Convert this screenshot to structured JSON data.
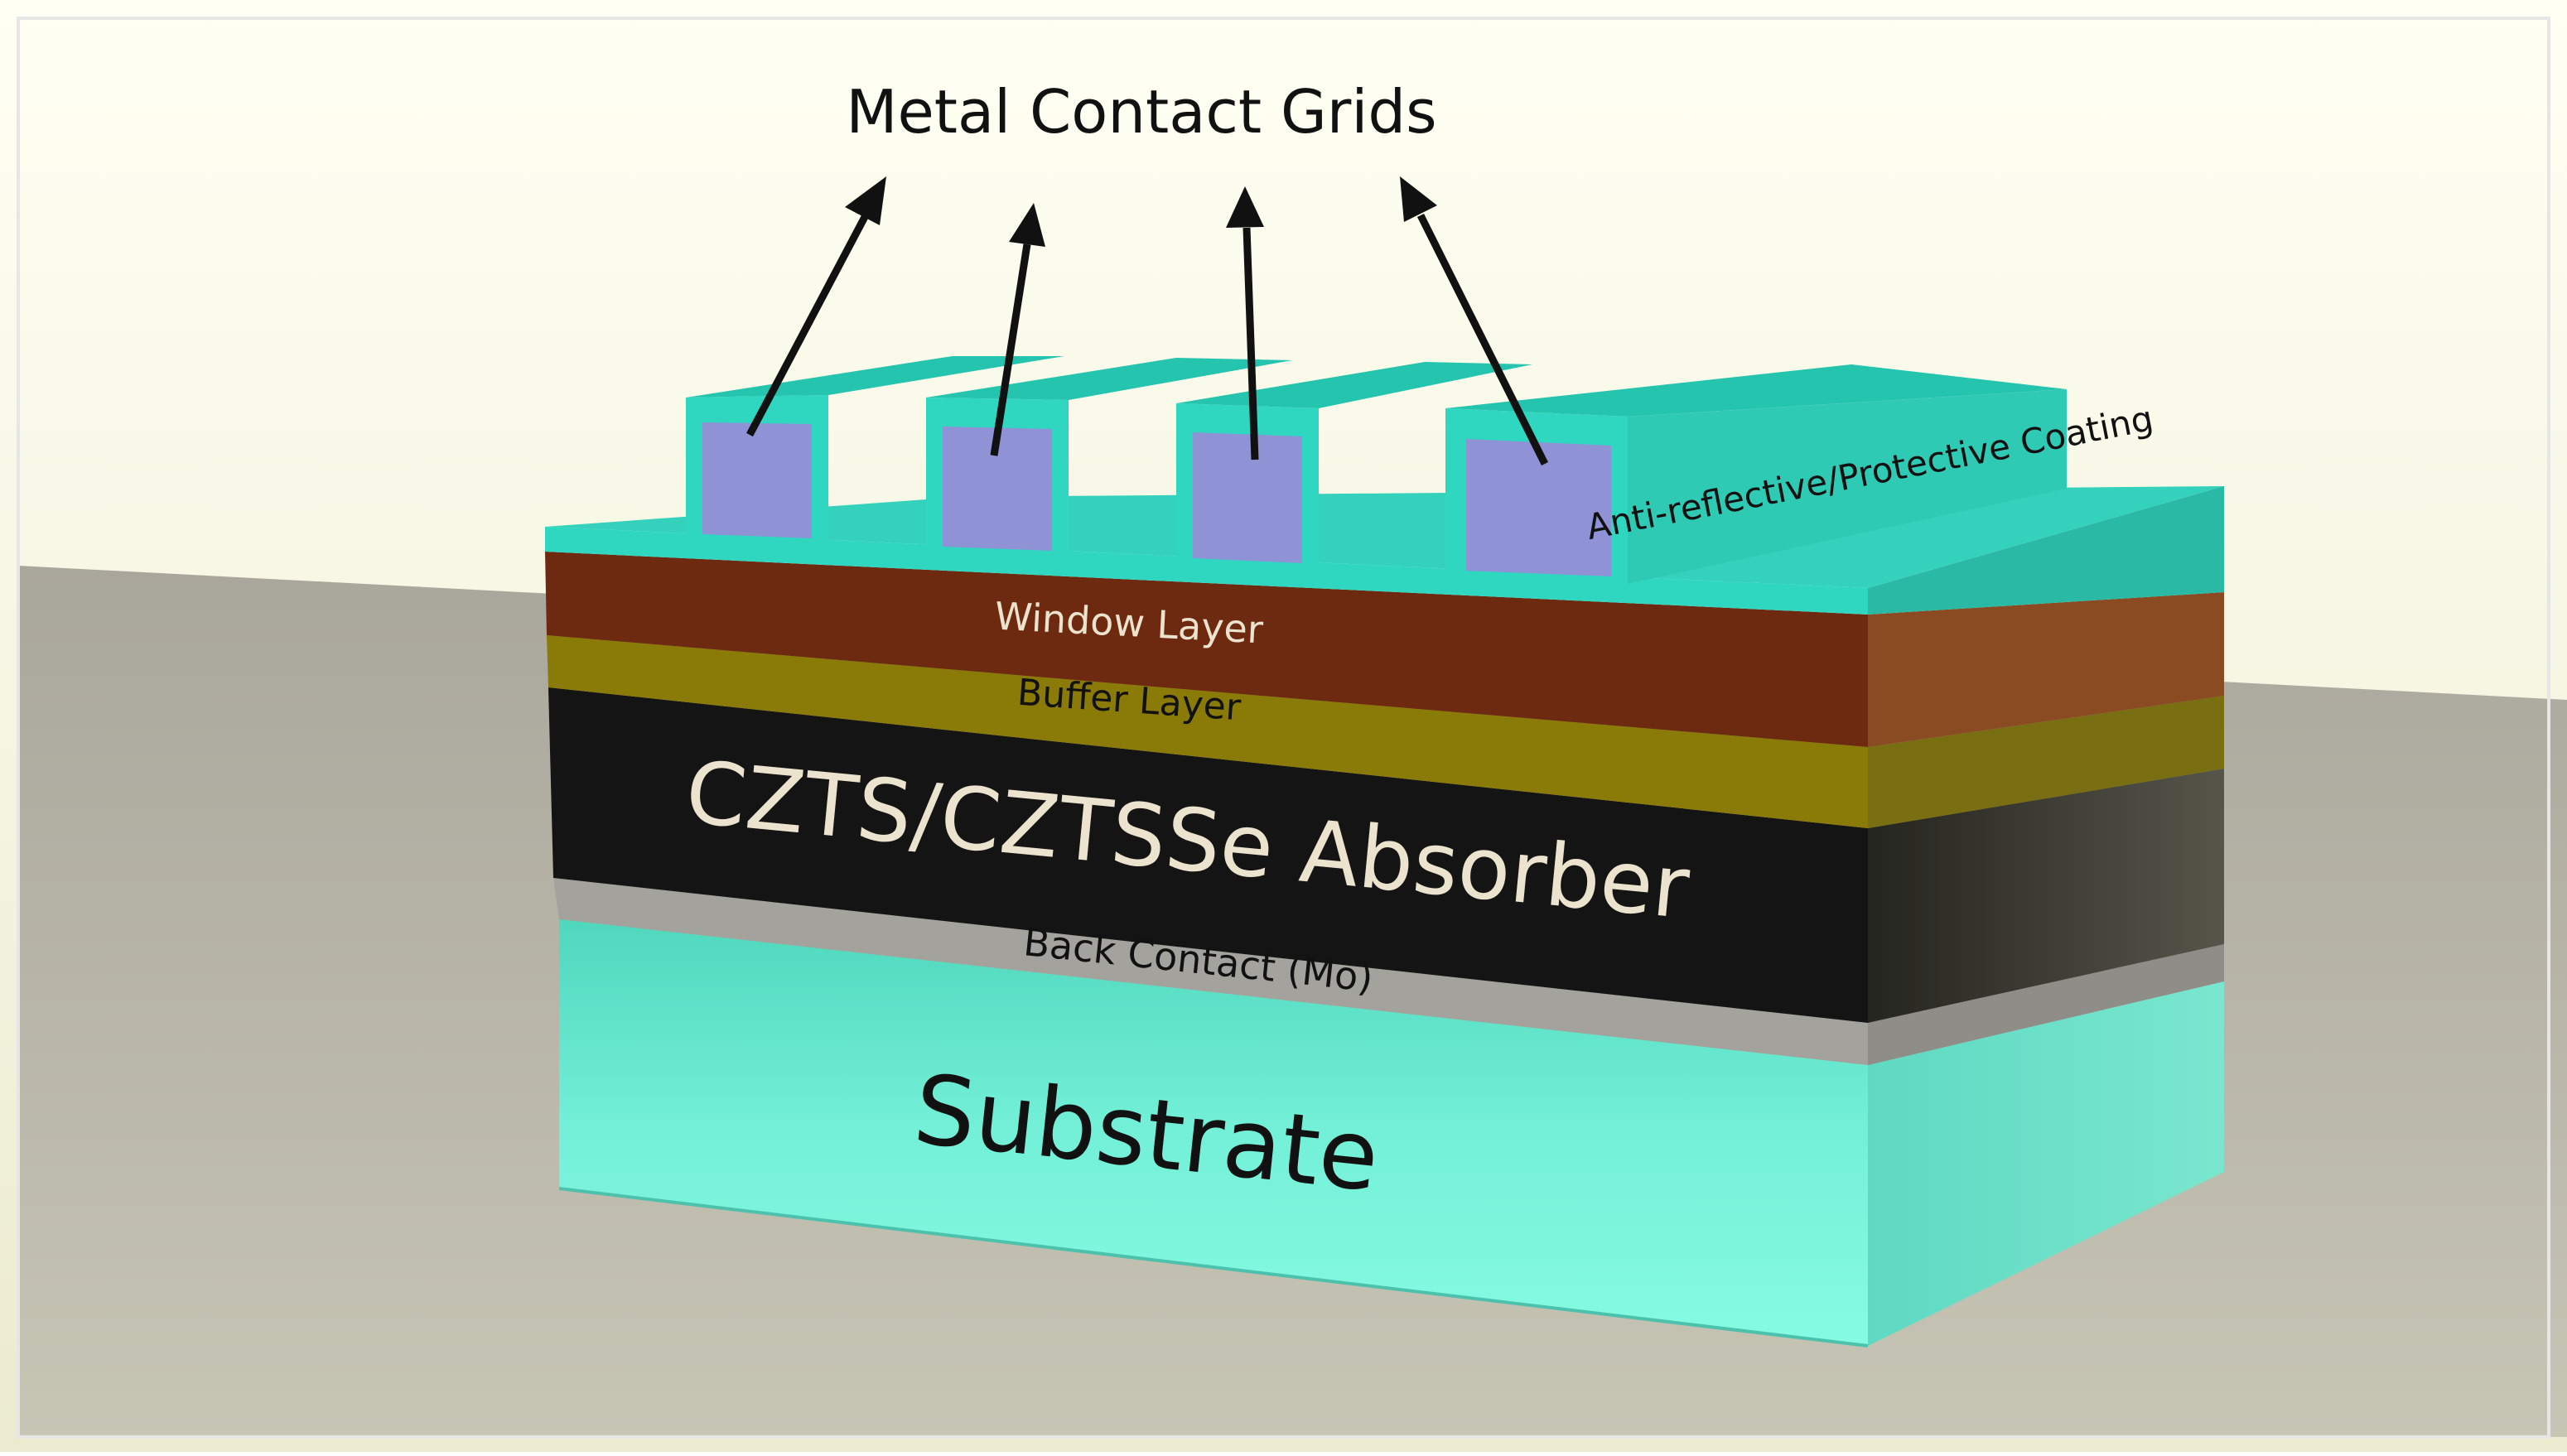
{
  "diagram": {
    "callout_title": "Metal Contact Grids",
    "coating_label": "Anti-reflective/Protective Coating",
    "window_label": "Window Layer",
    "buffer_label": "Buffer Layer",
    "absorber_label": "CZTS/CZTSSe Absorber",
    "back_contact_label": "Back Contact (Mo)",
    "substrate_label": "Substrate"
  },
  "colors": {
    "coating": "#2fd6c0",
    "grid_fill": "#8f93d6",
    "window": "#6e2a10",
    "buffer": "#8a7a08",
    "absorber": "#141414",
    "back_contact": "#a3a29c",
    "substrate": "#6ff0d8",
    "floor": "#b4b1a6",
    "sky": "#fbfbe9",
    "arrow": "#111111",
    "label_light": "#ece3cf",
    "label_dark": "#111111"
  }
}
